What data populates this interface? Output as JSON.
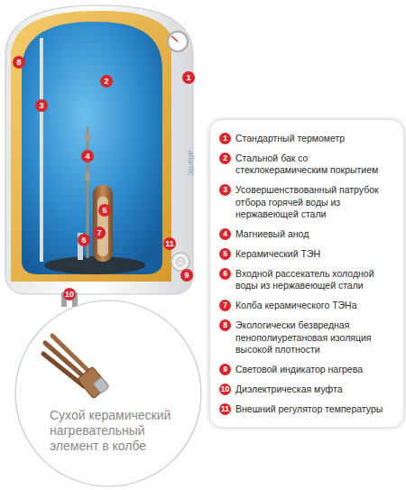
{
  "diagram": {
    "nodes": [
      {
        "text": [
          "1",
          "Стандартный термометр",
          "2",
          "Стальной бак со стеклокерамическим покрытием",
          "3",
          "Усовершенствованный патрубок отбора горячей воды из нержавеющей стали",
          "4",
          "Магниевый анод",
          "5",
          "Керамический ТЭН",
          "6",
          "Входной рассекатель холодной воды из нержавеющей стали",
          "7",
          "Колба керамического ТЭНа",
          "8",
          "Экологически безвредная пенополиуретановая изоляция высокой плотности",
          "9",
          "Световой индикатор нагрева",
          "10",
          "Диэлектрическая муфта",
          "11",
          "Внешний регулятор температуры"
        ]
      },
      {
        "text": [
          "Сухой керамический нагревательный элемент в колбе"
        ]
      }
    ],
    "labels": [
      "8",
      "2",
      "1",
      "3",
      "4",
      "5",
      "7",
      "6",
      "11",
      "9",
      "10",
      "atlantic"
    ]
  }
}
